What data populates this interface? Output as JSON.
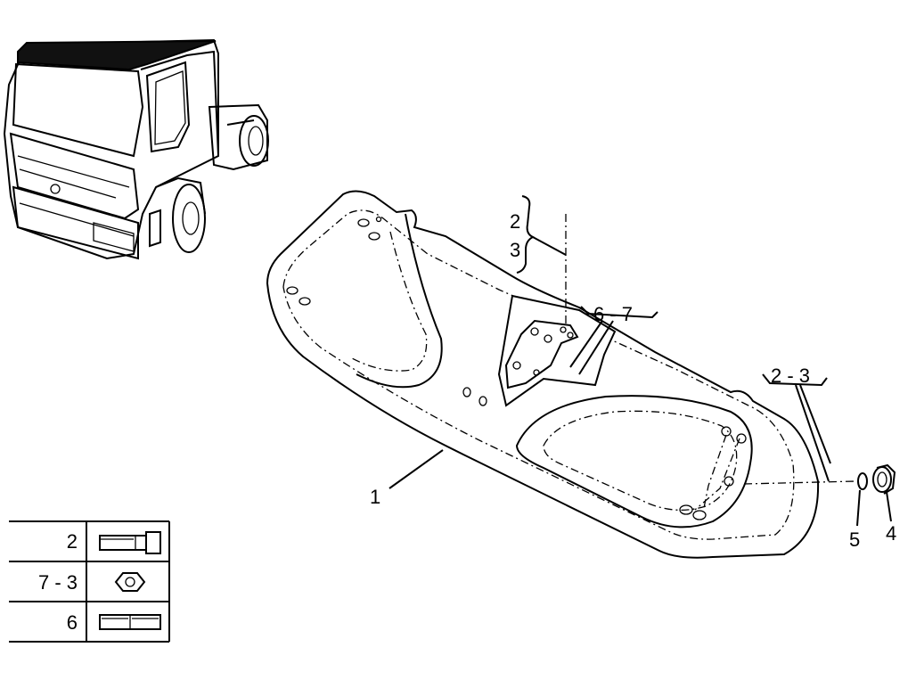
{
  "callouts": {
    "part_1": "1",
    "part_2_top": "2",
    "part_3_top": "3",
    "part_6_7": "6 - 7",
    "part_2_3_right": "2 - 3",
    "part_5": "5",
    "part_4": "4"
  },
  "legend": {
    "rows": [
      {
        "label": "2",
        "icon": "bolt-icon"
      },
      {
        "label": "7 - 3",
        "icon": "nut-icon"
      },
      {
        "label": "6",
        "icon": "stud-icon"
      }
    ]
  }
}
